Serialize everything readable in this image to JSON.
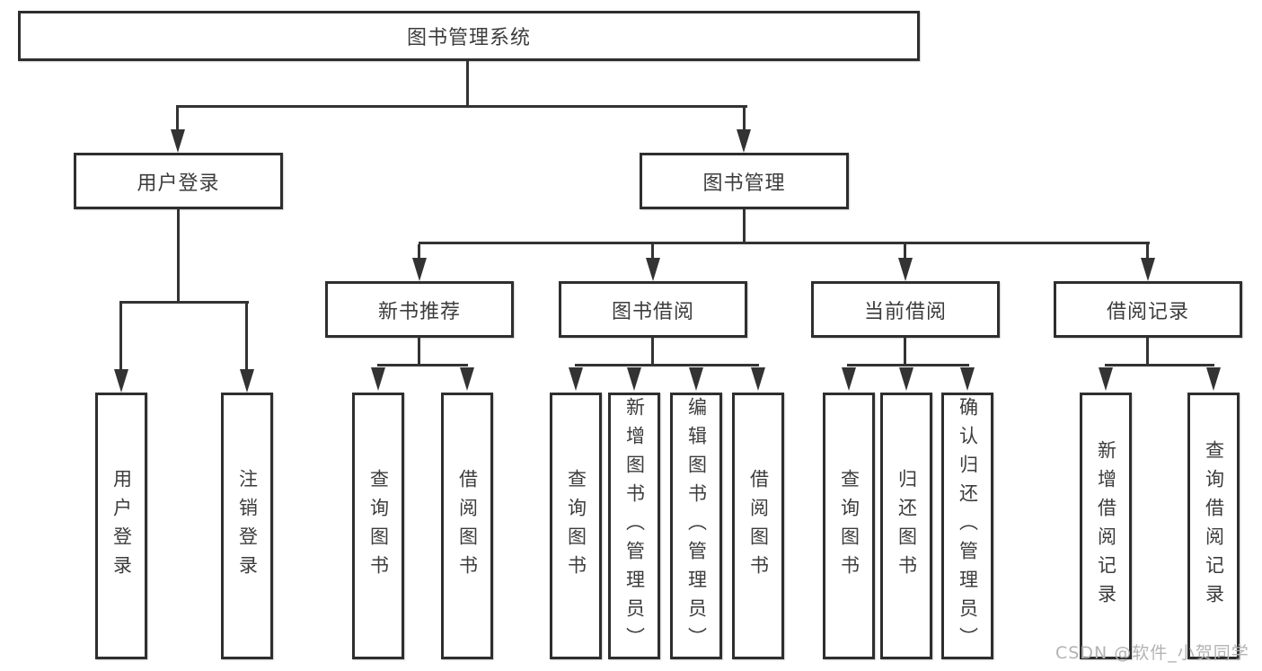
{
  "root": {
    "label": "图书管理系统"
  },
  "level2": [
    {
      "label": "用户登录"
    },
    {
      "label": "图书管理"
    }
  ],
  "level3": [
    {
      "label": "新书推荐"
    },
    {
      "label": "图书借阅"
    },
    {
      "label": "当前借阅"
    },
    {
      "label": "借阅记录"
    }
  ],
  "leaves": [
    {
      "label": "用户登录"
    },
    {
      "label": "注销登录"
    },
    {
      "label": "查询图书"
    },
    {
      "label": "借阅图书"
    },
    {
      "label": "查询图书"
    },
    {
      "label": "新增图书（管理员）"
    },
    {
      "label": "编辑图书（管理员）"
    },
    {
      "label": "借阅图书"
    },
    {
      "label": "查询图书"
    },
    {
      "label": "归还图书"
    },
    {
      "label": "确认归还（管理员）"
    },
    {
      "label": "新增借阅记录"
    },
    {
      "label": "查询借阅记录"
    }
  ],
  "watermark": {
    "text": "CSDN @软件_小贺同学"
  },
  "colors": {
    "line": "#333333",
    "border": "#2e2e2e",
    "text": "#3c3c3c",
    "watermark": "#b3b3b3",
    "background": "#ffffff"
  }
}
